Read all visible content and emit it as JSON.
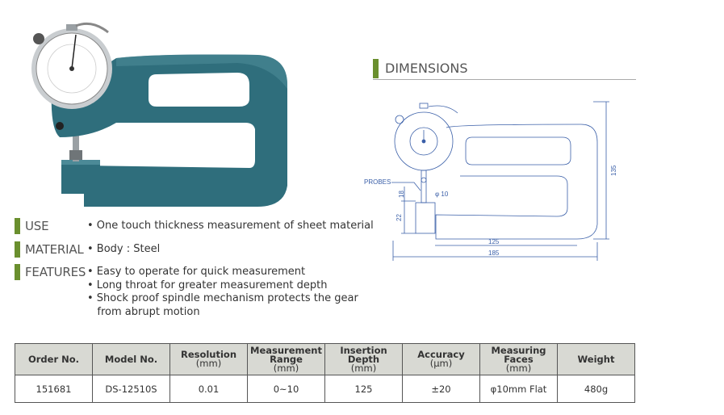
{
  "sections": {
    "use": {
      "label": "USE",
      "lines": [
        "• One touch thickness measurement of sheet material"
      ]
    },
    "material": {
      "label": "MATERIAL",
      "lines": [
        "• Body : Steel"
      ]
    },
    "features": {
      "label": "FEATURES",
      "lines": [
        "• Easy to operate for quick measurement",
        "• Long throat for greater measurement depth",
        "• Shock proof spindle mechanism protects the gear",
        "   from abrupt motion"
      ]
    }
  },
  "dimensions": {
    "title": "DIMENSIONS",
    "labels": {
      "probes": "PROBES",
      "phi": "φ 10",
      "d18": "18",
      "d22": "22",
      "d125": "125",
      "d185": "185",
      "d135": "135"
    }
  },
  "table": {
    "headers": [
      {
        "title": "Order No.",
        "unit": ""
      },
      {
        "title": "Model No.",
        "unit": ""
      },
      {
        "title": "Resolution",
        "unit": "(mm)"
      },
      {
        "title": "Measurement Range",
        "unit": "(mm)"
      },
      {
        "title": "Insertion Depth",
        "unit": "(mm)"
      },
      {
        "title": "Accuracy",
        "unit": "(μm)"
      },
      {
        "title": "Measuring Faces",
        "unit": "(mm)"
      },
      {
        "title": "Weight",
        "unit": ""
      }
    ],
    "rows": [
      [
        "151681",
        "DS-12510S",
        "0.01",
        "0~10",
        "125",
        "±20",
        "φ10mm Flat",
        "480g"
      ]
    ]
  },
  "colors": {
    "accent": "#6a8f2e",
    "gauge_body": "#2f6e7c",
    "header_bg": "#d8d9d3",
    "drawing_line": "#3a5fa8"
  }
}
